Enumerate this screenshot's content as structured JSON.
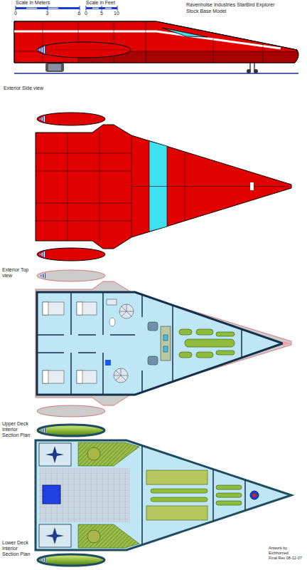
{
  "diagram": {
    "title": "Ravenholse Industries StarBird Explorer",
    "labels": [
      "Scale in Meters",
      "0",
      "3",
      "6",
      "Scale in Feet",
      "0",
      "5",
      "10",
      "Stock Base Model",
      "Exterior Side view",
      "Exterior Top view",
      "Upper Deck Interior Section Plan",
      "Lower Deck Interior Section Plan",
      "Artwork by",
      "Eichhorned",
      "Final Rev 08-12-07"
    ]
  }
}
